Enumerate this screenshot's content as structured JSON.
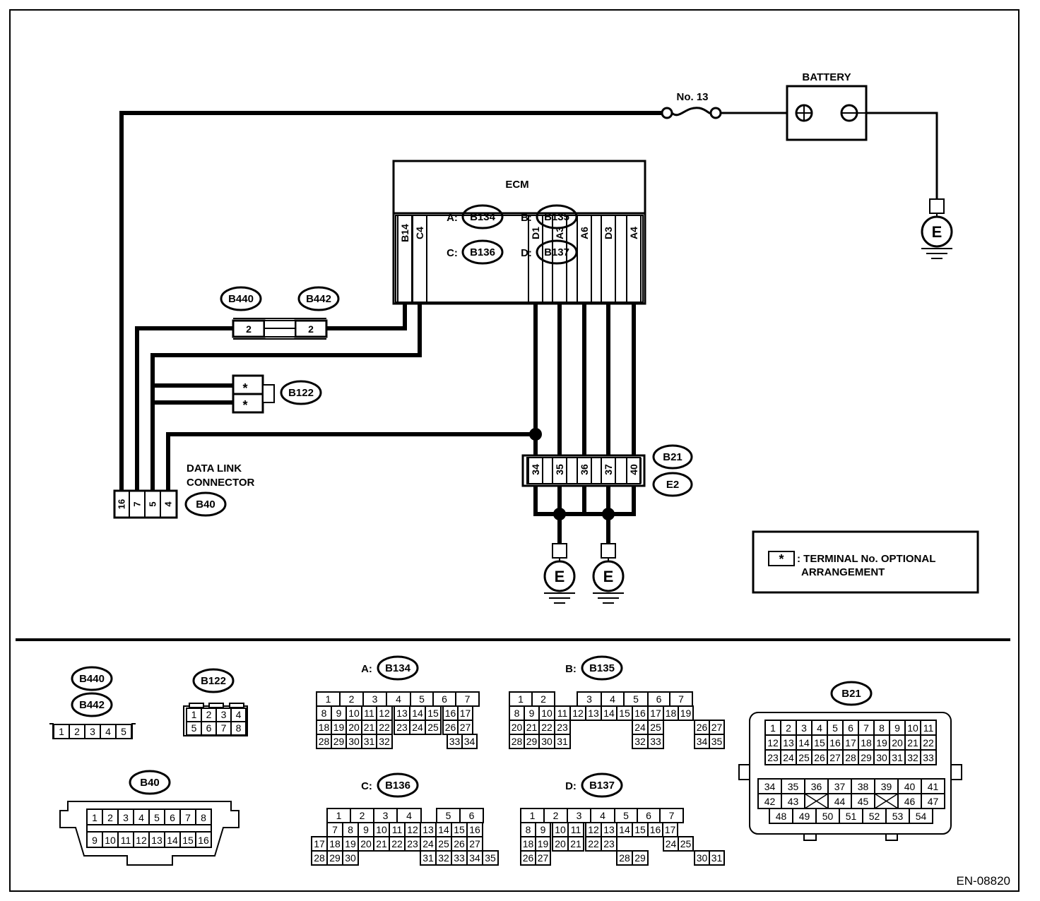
{
  "figure_id": "EN-08820",
  "colors": {
    "ink": "#000000",
    "paper": "#ffffff"
  },
  "schematic": {
    "battery": {
      "label": "BATTERY",
      "positive": "+",
      "negative": "−"
    },
    "fuse": {
      "label": "No. 13"
    },
    "ground_symbol": "E",
    "ecm": {
      "title": "ECM",
      "connectors": [
        {
          "prefix": "A:",
          "id": "B134"
        },
        {
          "prefix": "B:",
          "id": "B135"
        },
        {
          "prefix": "C:",
          "id": "B136"
        },
        {
          "prefix": "D:",
          "id": "B137"
        }
      ],
      "terminals": [
        "B14",
        "C4",
        "D1",
        "A3",
        "A6",
        "D3",
        "A4"
      ]
    },
    "joint_connectors": {
      "left": "B440",
      "right": "B442",
      "pin": "2"
    },
    "b122": {
      "id": "B122",
      "pins": [
        "*",
        "*"
      ]
    },
    "data_link_connector": {
      "label_line1": "DATA LINK",
      "label_line2": "CONNECTOR",
      "id": "B40",
      "pins": [
        "16",
        "7",
        "5",
        "4"
      ]
    },
    "b21_e2": {
      "ids": [
        "B21",
        "E2"
      ],
      "pins": [
        "34",
        "35",
        "36",
        "37",
        "40"
      ]
    },
    "legend": {
      "symbol": "*",
      "line1": ": TERMINAL No. OPTIONAL",
      "line2": "ARRANGEMENT"
    }
  },
  "connector_views": {
    "b440_b442": {
      "ids": [
        "B440",
        "B442"
      ],
      "pins": [
        "1",
        "2",
        "3",
        "4",
        "5"
      ]
    },
    "b122": {
      "id": "B122",
      "rows": [
        [
          "1",
          "2",
          "3",
          "4"
        ],
        [
          "5",
          "6",
          "7",
          "8"
        ]
      ]
    },
    "b40": {
      "id": "B40",
      "rows": [
        [
          "1",
          "2",
          "3",
          "4",
          "5",
          "6",
          "7",
          "8"
        ],
        [
          "9",
          "10",
          "11",
          "12",
          "13",
          "14",
          "15",
          "16"
        ]
      ]
    },
    "a_b134": {
      "prefix": "A:",
      "id": "B134",
      "rows": [
        [
          "1",
          "2",
          "3",
          "4",
          "5",
          "6",
          "7"
        ],
        [
          "8",
          "9",
          "10",
          "11",
          "12",
          "13",
          "14",
          "15",
          "16",
          "17"
        ],
        [
          "18",
          "19",
          "20",
          "21",
          "22",
          "23",
          "24",
          "25",
          "26",
          "27"
        ],
        [
          "28",
          "29",
          "30",
          "31",
          "32",
          "33",
          "34"
        ]
      ]
    },
    "b_b135": {
      "prefix": "B:",
      "id": "B135",
      "rows": [
        [
          "1",
          "2",
          "3",
          "4",
          "5",
          "6",
          "7"
        ],
        [
          "8",
          "9",
          "10",
          "11",
          "12",
          "13",
          "14",
          "15",
          "16",
          "17",
          "18",
          "19"
        ],
        [
          "20",
          "21",
          "22",
          "23",
          "24",
          "25",
          "26",
          "27"
        ],
        [
          "28",
          "29",
          "30",
          "31",
          "32",
          "33",
          "34",
          "35"
        ]
      ]
    },
    "c_b136": {
      "prefix": "C:",
      "id": "B136",
      "rows": [
        [
          "1",
          "2",
          "3",
          "4",
          "5",
          "6"
        ],
        [
          "7",
          "8",
          "9",
          "10",
          "11",
          "12",
          "13",
          "14",
          "15",
          "16"
        ],
        [
          "17",
          "18",
          "19",
          "20",
          "21",
          "22",
          "23",
          "24",
          "25",
          "26",
          "27"
        ],
        [
          "28",
          "29",
          "30",
          "31",
          "32",
          "33",
          "34",
          "35"
        ]
      ]
    },
    "d_b137": {
      "prefix": "D:",
      "id": "B137",
      "rows": [
        [
          "1",
          "2",
          "3",
          "4",
          "5",
          "6",
          "7"
        ],
        [
          "8",
          "9",
          "10",
          "11",
          "12",
          "13",
          "14",
          "15",
          "16",
          "17"
        ],
        [
          "18",
          "19",
          "20",
          "21",
          "22",
          "23",
          "24",
          "25"
        ],
        [
          "26",
          "27",
          "28",
          "29",
          "30",
          "31"
        ]
      ]
    },
    "b21": {
      "id": "B21",
      "rows": [
        [
          "1",
          "2",
          "3",
          "4",
          "5",
          "6",
          "7",
          "8",
          "9",
          "10",
          "11"
        ],
        [
          "12",
          "13",
          "14",
          "15",
          "16",
          "17",
          "18",
          "19",
          "20",
          "21",
          "22"
        ],
        [
          "23",
          "24",
          "25",
          "26",
          "27",
          "28",
          "29",
          "30",
          "31",
          "32",
          "33"
        ],
        [
          "34",
          "35",
          "36",
          "37",
          "38",
          "39",
          "40",
          "41"
        ],
        [
          "42",
          "43",
          "",
          "44",
          "45",
          "",
          "46",
          "47"
        ],
        [
          "48",
          "49",
          "50",
          "51",
          "52",
          "53",
          "54"
        ]
      ]
    }
  }
}
